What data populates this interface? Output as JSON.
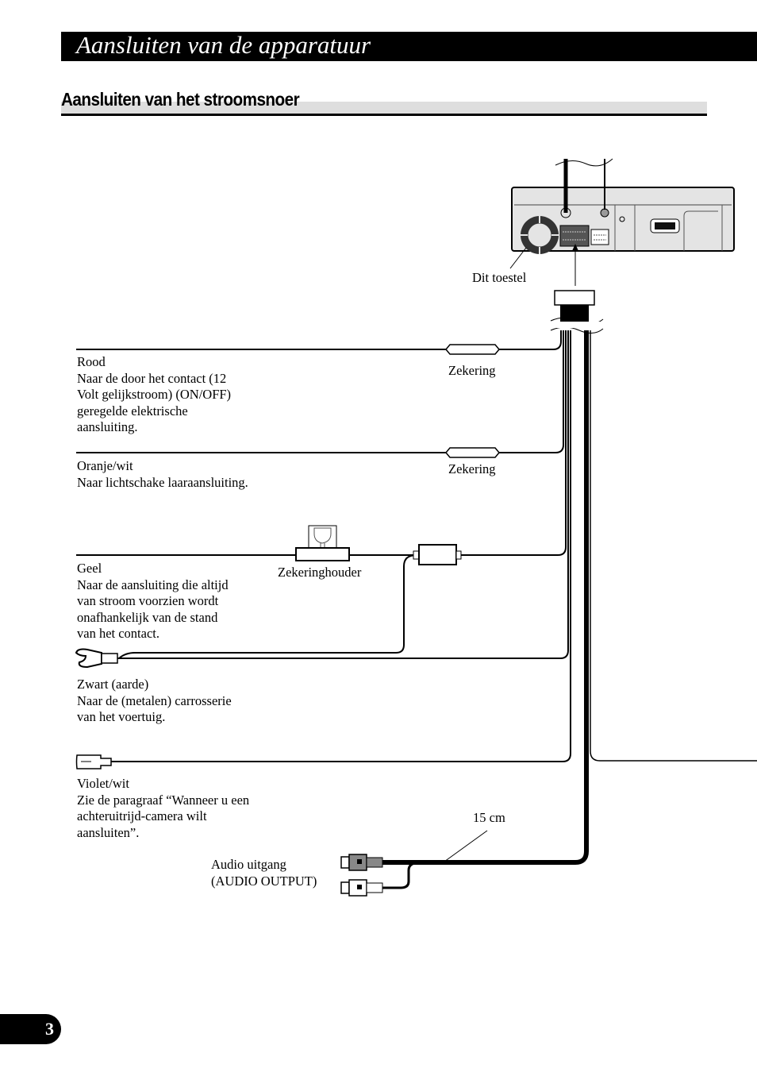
{
  "page": {
    "chapter_title": "Aansluiten van de apparatuur",
    "section_title": "Aansluiten van het stroomsnoer",
    "page_number": "3"
  },
  "diagram": {
    "unit_label": "Dit toestel",
    "fuse_label_1": "Zekering",
    "fuse_label_2": "Zekering",
    "fuse_holder_label": "Zekeringhouder",
    "cable_length_label": "15 cm",
    "wires": [
      {
        "color_name": "Rood",
        "lines": [
          "Naar de door het contact (12",
          "Volt gelijkstroom) (ON/OFF)",
          "geregelde elektrische",
          "aansluiting."
        ]
      },
      {
        "color_name": "Oranje/wit",
        "lines": [
          "Naar lichtschake laaraansluiting."
        ]
      },
      {
        "color_name": "Geel",
        "lines": [
          "Naar de aansluiting die altijd",
          "van stroom voorzien wordt",
          "onafhankelijk van de stand",
          "van het contact."
        ]
      },
      {
        "color_name": "Zwart (aarde)",
        "lines": [
          "Naar de (metalen) carrosserie",
          "van het voertuig."
        ]
      },
      {
        "color_name": "Violet/wit",
        "lines": [
          "Zie de paragraaf “Wanneer u een",
          "achteruitrijd-camera wilt",
          "aansluiten”."
        ]
      }
    ],
    "audio_output": {
      "lines": [
        "Audio uitgang",
        "(AUDIO OUTPUT)"
      ]
    }
  }
}
